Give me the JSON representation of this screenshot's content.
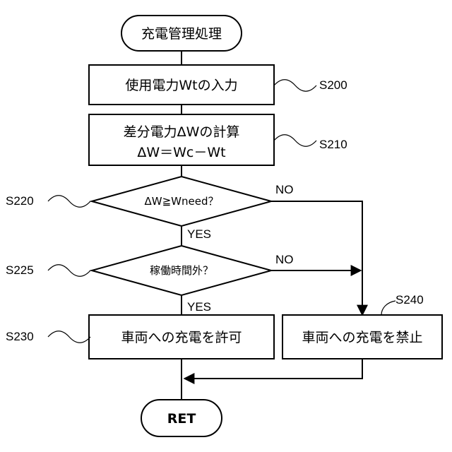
{
  "diagram": {
    "start": {
      "label": "充電管理処理"
    },
    "steps": {
      "s200": {
        "label": "使用電力Wtの入力",
        "ref": "S200"
      },
      "s210": {
        "line1": "差分電力ΔWの計算",
        "line2": "ΔW＝Wc－Wt",
        "ref": "S210"
      },
      "s220": {
        "label": "ΔW≧Wneed？",
        "ref": "S220"
      },
      "s225": {
        "label": "稼働時間外？",
        "ref": "S225"
      },
      "s230": {
        "label": "車両への充電を許可",
        "ref": "S230"
      },
      "s240": {
        "label": "車両への充電を禁止",
        "ref": "S240"
      }
    },
    "edges": {
      "s220_no": "NO",
      "s220_yes": "YES",
      "s225_no": "NO",
      "s225_yes": "YES"
    },
    "end": {
      "label": "RET"
    }
  }
}
